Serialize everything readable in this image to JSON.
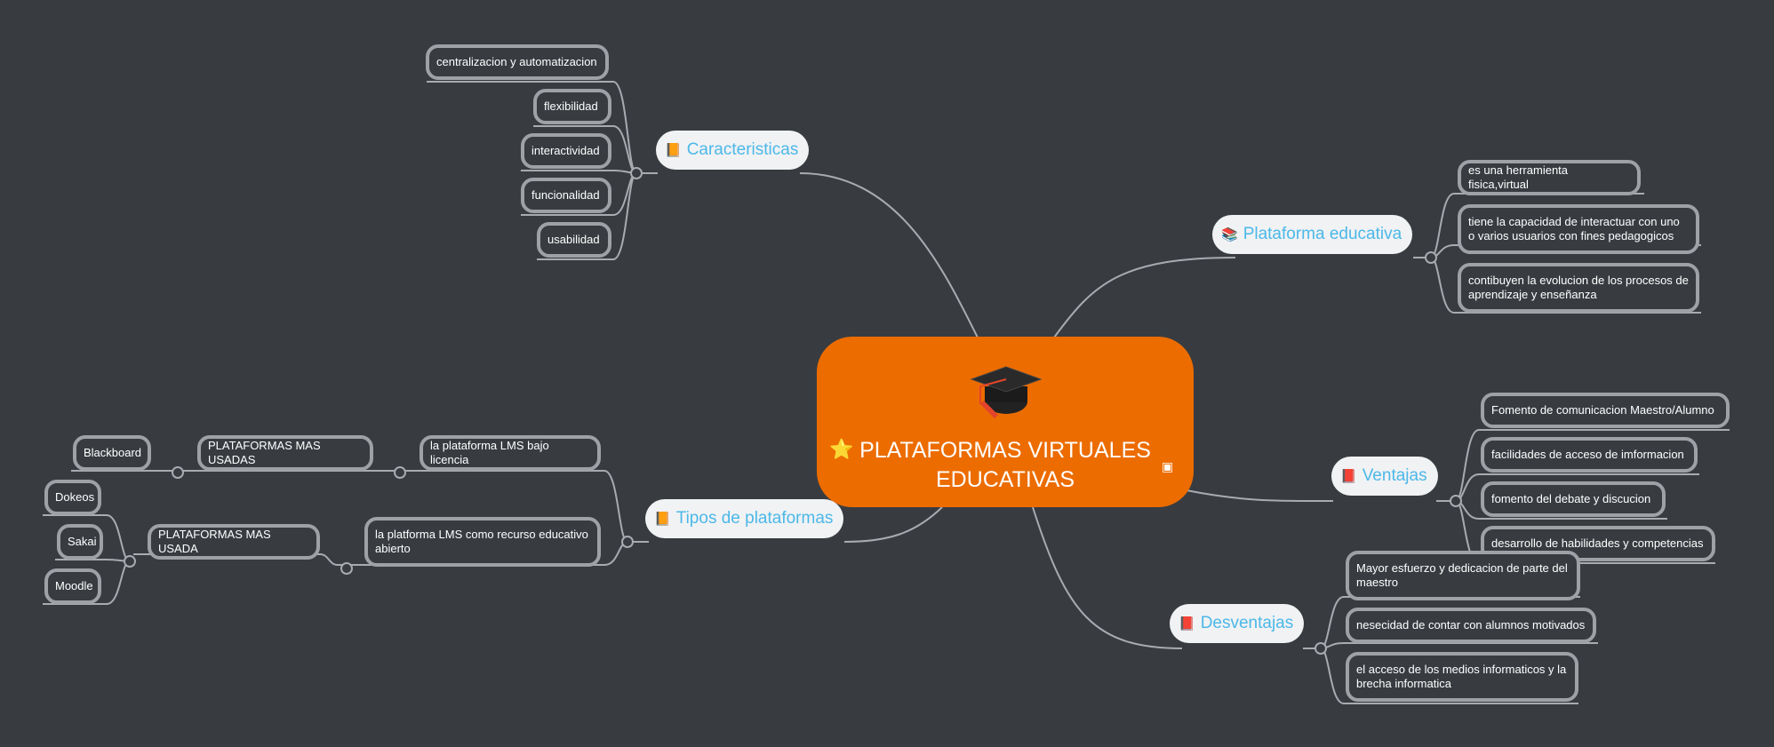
{
  "central": {
    "title": "PLATAFORMAS VIRTUALES EDUCATIVAS",
    "star": "⭐",
    "cap_icon": "graduation-cap-icon",
    "image_icon": "image-icon"
  },
  "topics": {
    "caracteristicas": {
      "label": "Caracteristicas",
      "icon": "📙",
      "items": [
        "centralizacion y automatizacion",
        "flexibilidad",
        "interactividad",
        "funcionalidad",
        "usabilidad"
      ]
    },
    "plataforma": {
      "label": "Plataforma educativa",
      "icon": "📚",
      "items": [
        "es una herramienta fisica,virtual",
        "tiene la capacidad de interactuar con uno o varios usuarios con fines pedagogicos",
        "contibuyen la evolucion de los procesos de aprendizaje y enseñanza"
      ]
    },
    "ventajas": {
      "label": "Ventajas",
      "icon": "📕",
      "items": [
        "Fomento de comunicacion Maestro/Alumno",
        "facilidades de acceso de imformacion",
        "fomento del debate y discucion",
        "desarrollo de habilidades y competencias"
      ]
    },
    "desventajas": {
      "label": "Desventajas",
      "icon": "📕",
      "items": [
        "Mayor esfuerzo y dedicacion de parte del maestro",
        "nesecidad de contar con alumnos motivados",
        "el acceso de los medios informaticos y la brecha informatica"
      ]
    },
    "tipos": {
      "label": "Tipos de plataformas",
      "icon": "📙",
      "licencia": {
        "label": "la plataforma LMS bajo licencia",
        "sub": "PLATAFORMAS MAS USADAS",
        "items": [
          "Blackboard"
        ]
      },
      "abierto": {
        "label": "la platforma LMS como recurso educativo abierto",
        "sub": "PLATAFORMAS MAS USADA",
        "items": [
          "Dokeos",
          "Sakai",
          "Moodle"
        ]
      }
    }
  },
  "colors": {
    "background": "#383c41",
    "central": "#ec6c00",
    "topic_text": "#4cb8e8",
    "topic_fill": "#f1f2f4",
    "leaf_border": "#9ea1a6",
    "line": "#a8abb0"
  }
}
